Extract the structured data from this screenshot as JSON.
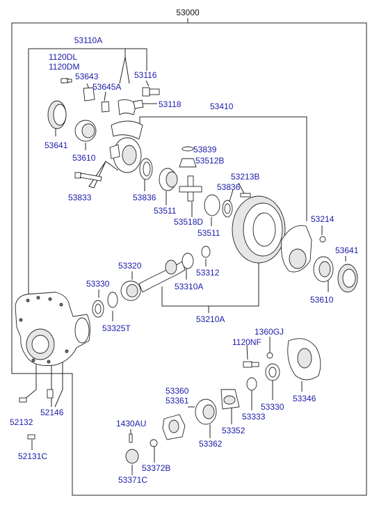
{
  "diagram": {
    "assembly_number": "53000",
    "labels": {
      "l53110A": "53110A",
      "l1120DL": "1120DL",
      "l1120DM": "1120DM",
      "l53643": "53643",
      "l53645A": "53645A",
      "l53116": "53116",
      "l53118": "53118",
      "l53410": "53410",
      "l53641_left": "53641",
      "l53610_left": "53610",
      "l53839": "53839",
      "l53512B": "53512B",
      "l53833": "53833",
      "l53836_a": "53836",
      "l53213B": "53213B",
      "l53836_b": "53836",
      "l53511_a": "53511",
      "l53518D": "53518D",
      "l53511_b": "53511",
      "l53214": "53214",
      "l53641_right": "53641",
      "l53320": "53320",
      "l53312": "53312",
      "l53330_a": "53330",
      "l53310A": "53310A",
      "l53610_right": "53610",
      "l53325T": "53325T",
      "l53210A": "53210A",
      "l1360GJ": "1360GJ",
      "l1120NF": "1120NF",
      "l53360": "53360",
      "l53361": "53361",
      "l53346": "53346",
      "l53330_b": "53330",
      "l52132": "52132",
      "l52146": "52146",
      "l53333": "53333",
      "l53352": "53352",
      "l1430AU": "1430AU",
      "l53362": "53362",
      "l52131C": "52131C",
      "l53372B": "53372B",
      "l53371C": "53371C"
    }
  }
}
